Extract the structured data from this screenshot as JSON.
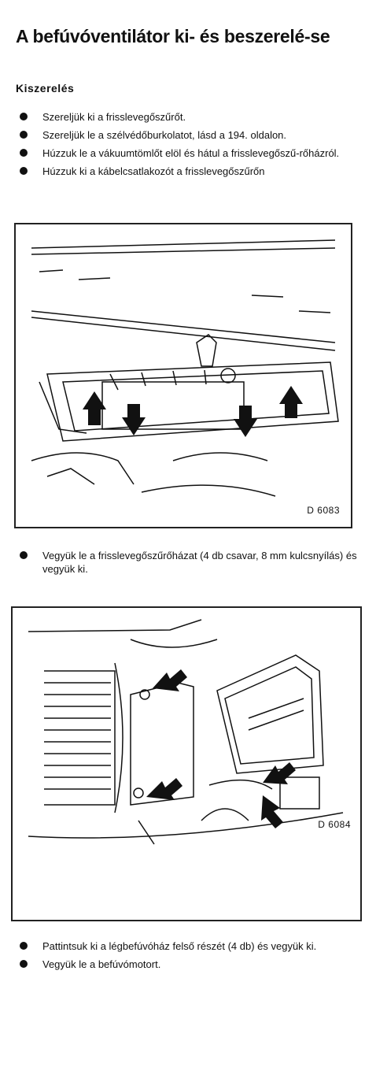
{
  "title": "A befúvóventilátor ki- és beszerelé-se",
  "section_heading": "Kiszerelés",
  "steps_1": [
    "Szereljük ki a frisslevegőszűrőt.",
    "Szereljük le a szélvédőburkolatot, lásd a 194. oldalon.",
    "Húzzuk le a vákuumtömlőt elöl és hátul a frisslevegőszű-rőházról.",
    "Húzzuk ki a kábelcsatlakozót a frisslevegőszűrőn"
  ],
  "figure_1": {
    "label": "D 6083",
    "icon": "filter-housing-drawing"
  },
  "steps_2": [
    "Vegyük le a frisslevegőszűrőházat (4 db csavar, 8 mm kulcsnyílás) és vegyük ki."
  ],
  "figure_2": {
    "label": "D 6084",
    "icon": "blower-housing-drawing"
  },
  "steps_3": [
    "Pattintsuk ki a légbefúvóház felső részét (4 db) és vegyük ki.",
    "Vegyük le a befúvómotort."
  ]
}
